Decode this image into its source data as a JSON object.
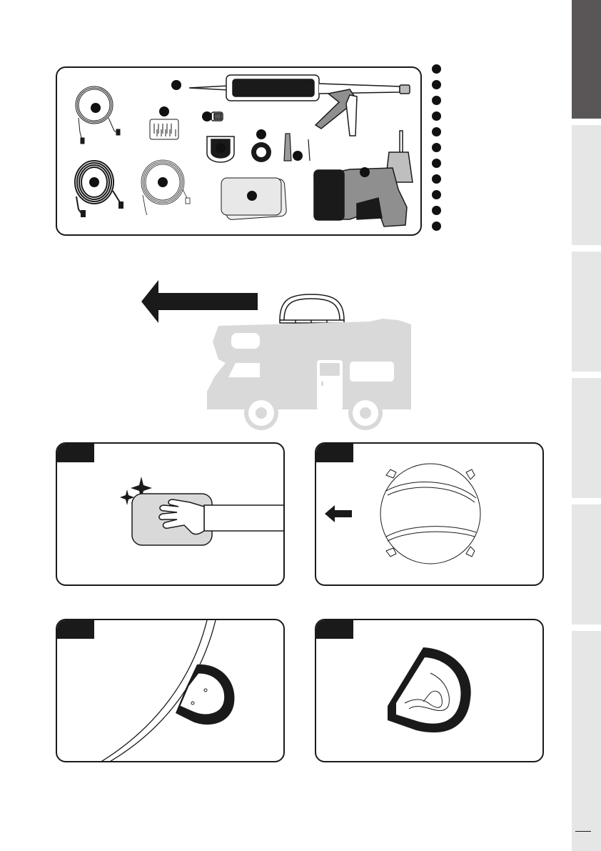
{
  "colors": {
    "ink": "#1a1a1a",
    "active_tab": "#5a5657",
    "inactive_tab": "#e6e6e6",
    "vehicle_grey": "#d9d9d9",
    "tool_grey": "#9a9a9a"
  },
  "side_tabs": [
    {
      "state": "active"
    },
    {
      "state": "inactive"
    },
    {
      "state": "inactive"
    },
    {
      "state": "inactive"
    },
    {
      "state": "inactive"
    },
    {
      "state": "inactive"
    },
    {
      "state": "inactive"
    }
  ],
  "parts_overview": {
    "items": [
      {
        "icon": "coiled-cable-icon"
      },
      {
        "icon": "coax-cable-icon"
      },
      {
        "icon": "data-cable-icon"
      },
      {
        "icon": "screw-set-icon"
      },
      {
        "icon": "caulking-gun-icon"
      },
      {
        "icon": "cable-clip-icon"
      },
      {
        "icon": "cable-entry-cover-icon"
      },
      {
        "icon": "grommet-icon"
      },
      {
        "icon": "drill-bit-icon"
      },
      {
        "icon": "cleaning-pad-icon"
      },
      {
        "icon": "cordless-drill-icon"
      }
    ],
    "bullet_count": 11
  },
  "direction_arrow": {
    "points_to": "front-of-vehicle"
  },
  "steps": [
    {
      "illustration": "clean-roof-surface"
    },
    {
      "illustration": "position-base-plate"
    },
    {
      "illustration": "place-cable-entry-cover"
    },
    {
      "illustration": "apply-sealant"
    }
  ]
}
